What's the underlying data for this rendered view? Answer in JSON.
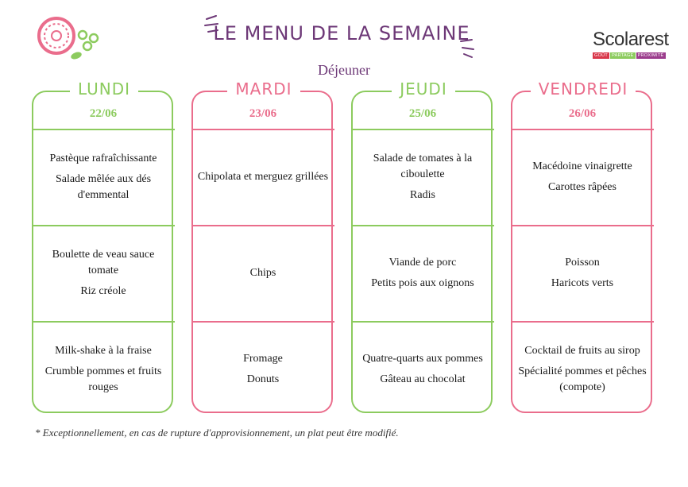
{
  "title": "LE MENU DE LA SEMAINE",
  "subtitle": "Déjeuner",
  "brand": {
    "name": "Scolarest",
    "tags": [
      "GOÛT",
      "PARTAGE",
      "PROXIMITÉ"
    ]
  },
  "colors": {
    "green": "#8ccb5e",
    "pink": "#ea6d8c",
    "purple": "#6d3877"
  },
  "days": [
    {
      "name": "LUNDI",
      "date": "22/06",
      "color": "#8ccb5e",
      "rows": [
        [
          "Pastèque rafraîchissante",
          "Salade mêlée aux dés d'emmental"
        ],
        [
          "Boulette de veau sauce tomate",
          "Riz créole"
        ],
        [
          "Milk-shake à la fraise",
          "Crumble pommes et fruits rouges"
        ]
      ]
    },
    {
      "name": "MARDI",
      "date": "23/06",
      "color": "#ea6d8c",
      "rows": [
        [
          "Chipolata et merguez grillées"
        ],
        [
          "Chips"
        ],
        [
          "Fromage",
          "Donuts"
        ]
      ]
    },
    {
      "name": "JEUDI",
      "date": "25/06",
      "color": "#8ccb5e",
      "rows": [
        [
          "Salade de tomates à la ciboulette",
          "Radis"
        ],
        [
          "Viande de porc",
          "Petits pois aux oignons"
        ],
        [
          "Quatre-quarts aux pommes",
          "Gâteau au chocolat"
        ]
      ]
    },
    {
      "name": "VENDREDI",
      "date": "26/06",
      "color": "#ea6d8c",
      "rows": [
        [
          "Macédoine vinaigrette",
          "Carottes râpées"
        ],
        [
          "Poisson",
          "Haricots verts"
        ],
        [
          "Cocktail de fruits au sirop",
          "Spécialité pommes et pêches (compote)"
        ]
      ]
    }
  ],
  "footnote": "* Exceptionnellement, en cas de rupture d'approvisionnement, un plat peut être modifié."
}
